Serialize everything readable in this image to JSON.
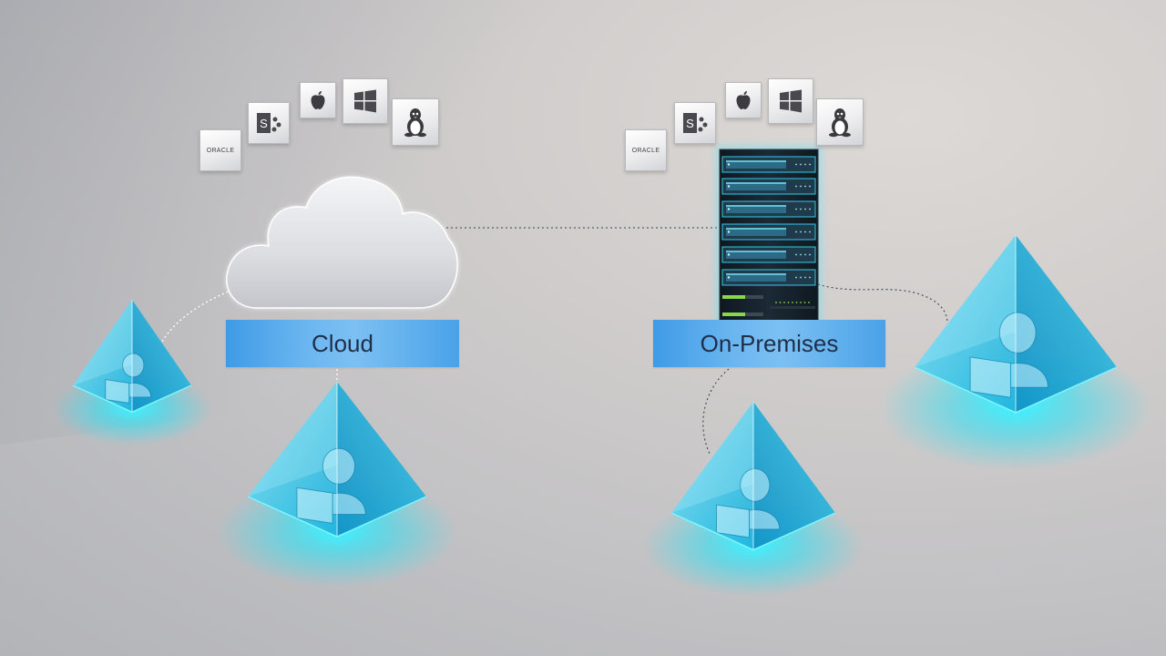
{
  "labels": {
    "cloud": "Cloud",
    "on_premises": "On-Premises"
  },
  "app_icons": [
    "oracle-logo",
    "sharepoint-logo",
    "apple-logo",
    "windows-logo",
    "linux-tux-logo"
  ],
  "oracle_text": "ORACLE",
  "colors": {
    "accent_blue": "#4aa2e8",
    "pyramid_cyan": "#2fc6e6",
    "glow_cyan": "#3ff0ff",
    "server_dark": "#17222c",
    "server_led_green": "#8ad84a",
    "connector_cyan": "#3ee6ff"
  }
}
